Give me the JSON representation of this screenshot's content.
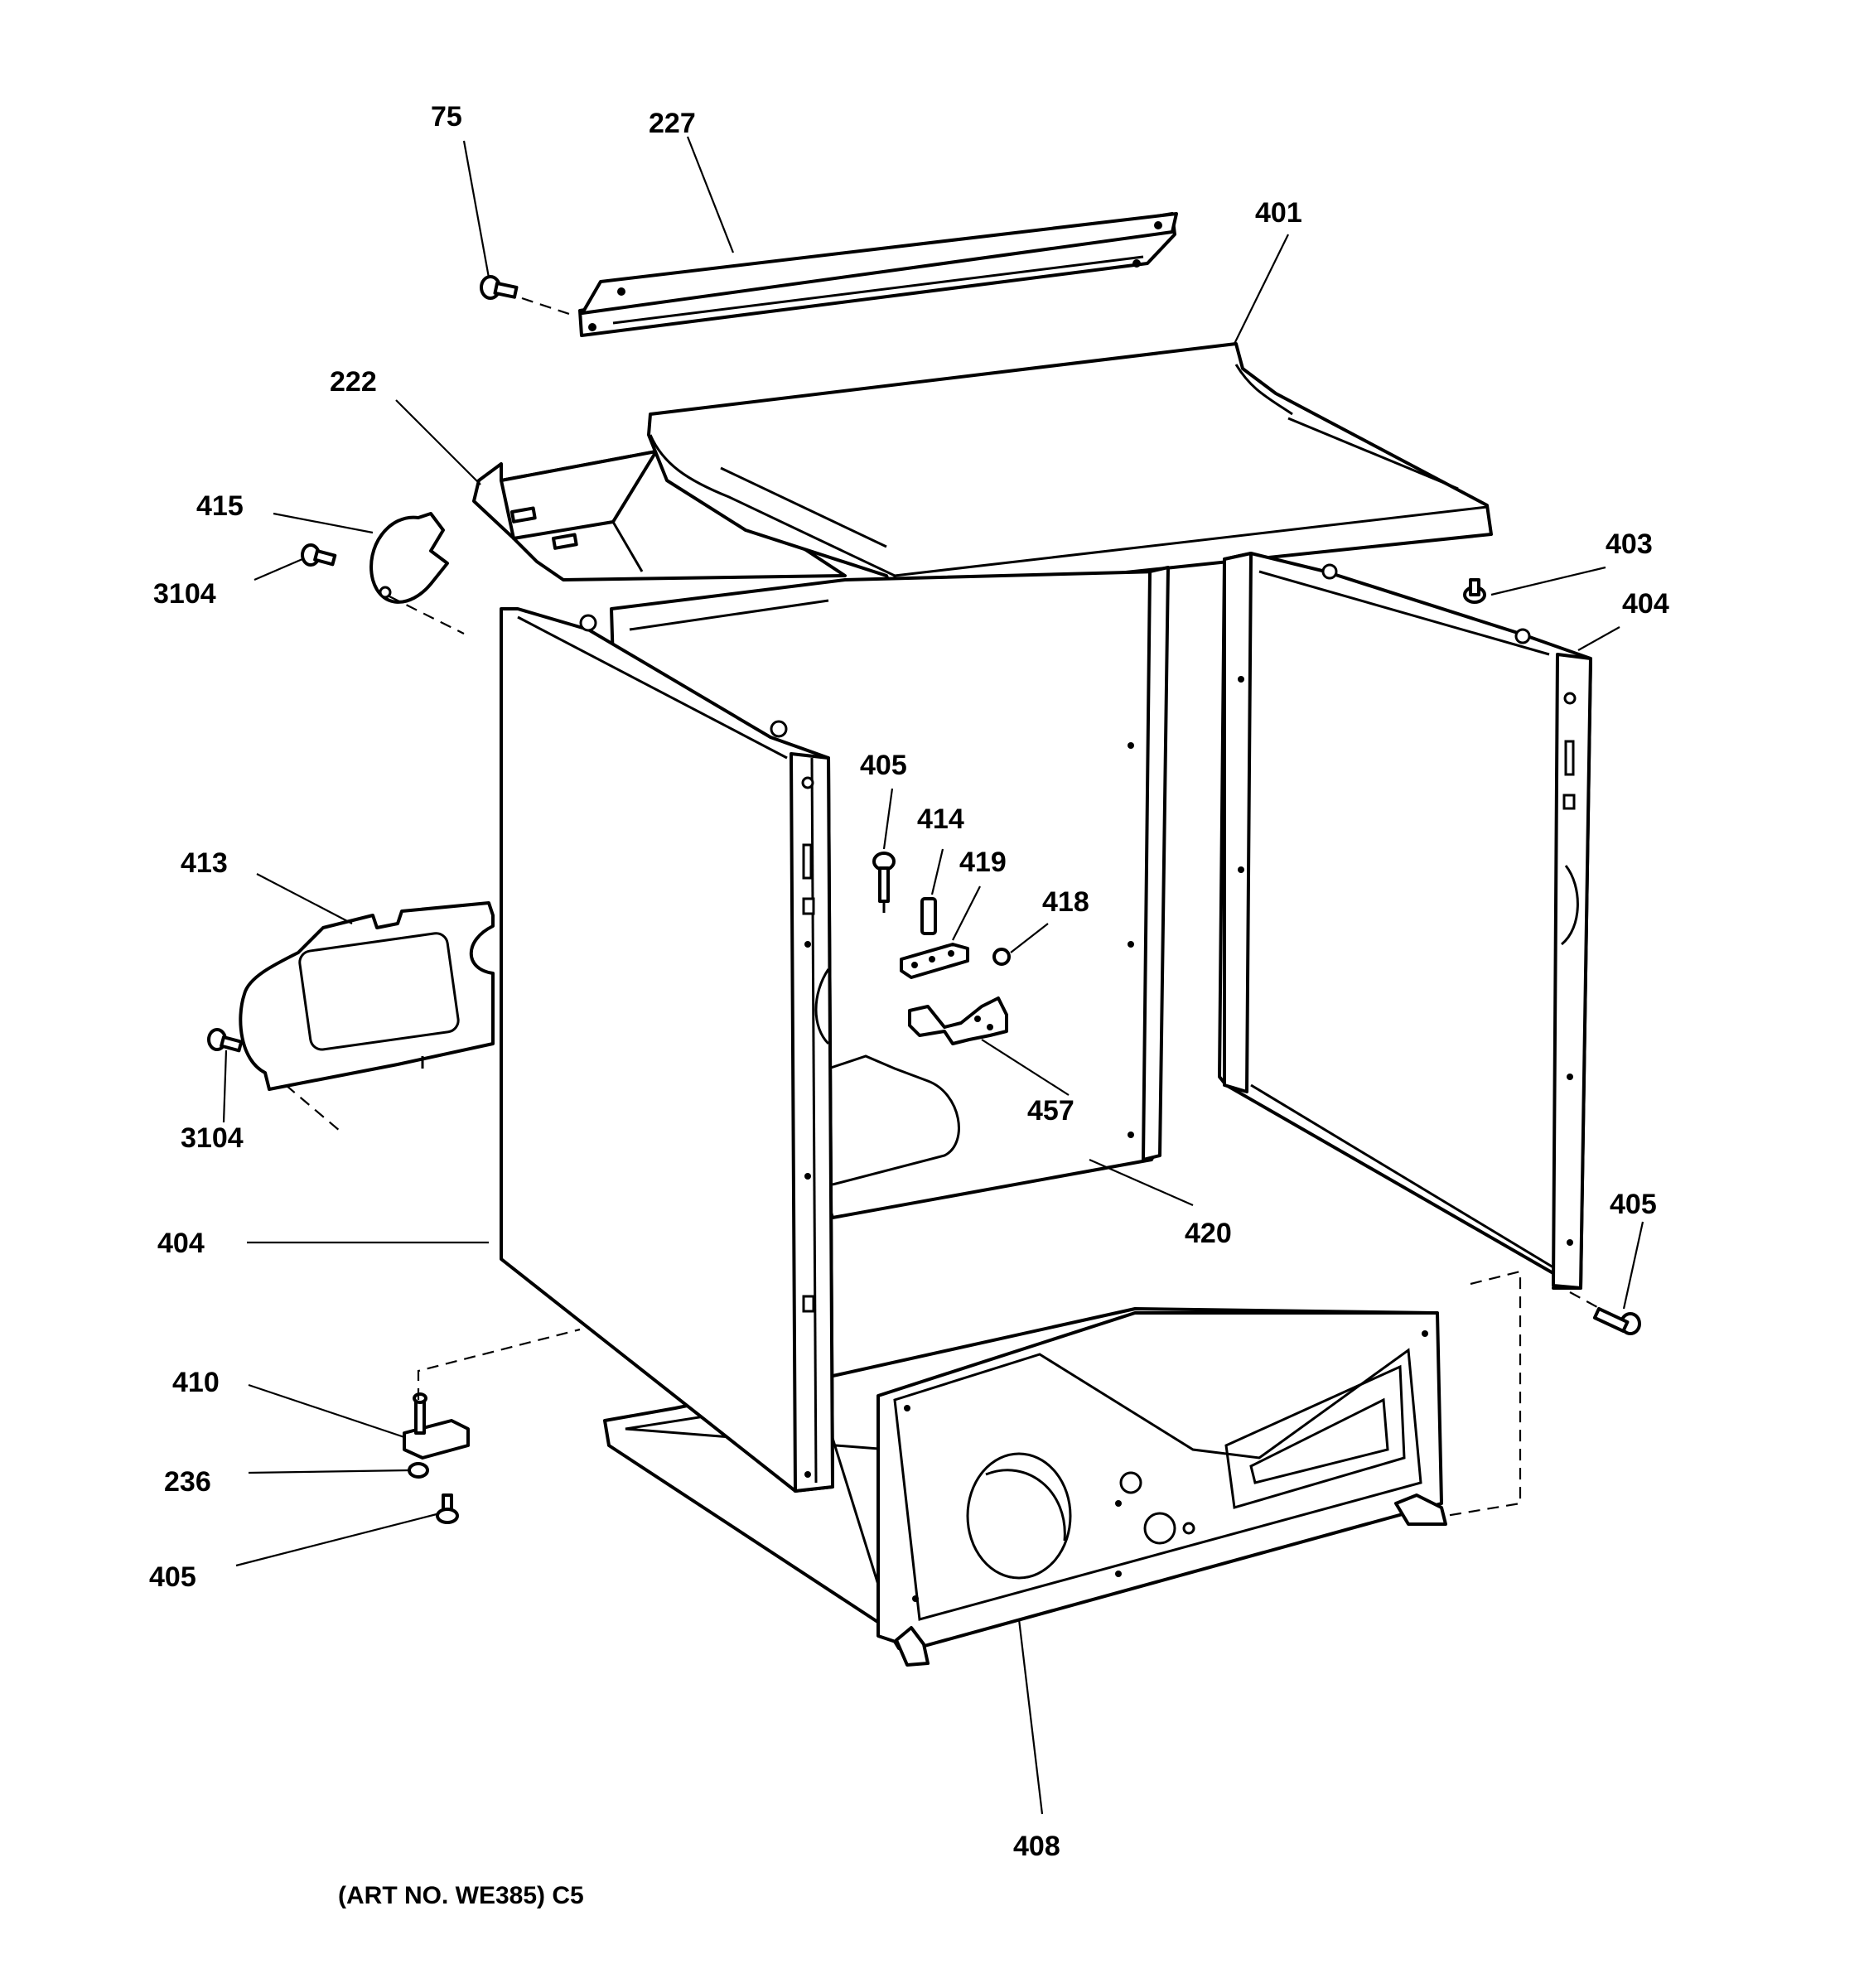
{
  "art_caption": "(ART NO. WE385) C5",
  "callouts": {
    "c75": "75",
    "c227": "227",
    "c401": "401",
    "c222": "222",
    "c415": "415",
    "c3104_top": "3104",
    "c403": "403",
    "c404_right": "404",
    "c405_mid": "405",
    "c414": "414",
    "c419": "419",
    "c418": "418",
    "c413": "413",
    "c457": "457",
    "c3104_bottom": "3104",
    "c420": "420",
    "c404_left": "404",
    "c405_right": "405",
    "c410": "410",
    "c236": "236",
    "c405_bottom": "405",
    "c408": "408"
  }
}
